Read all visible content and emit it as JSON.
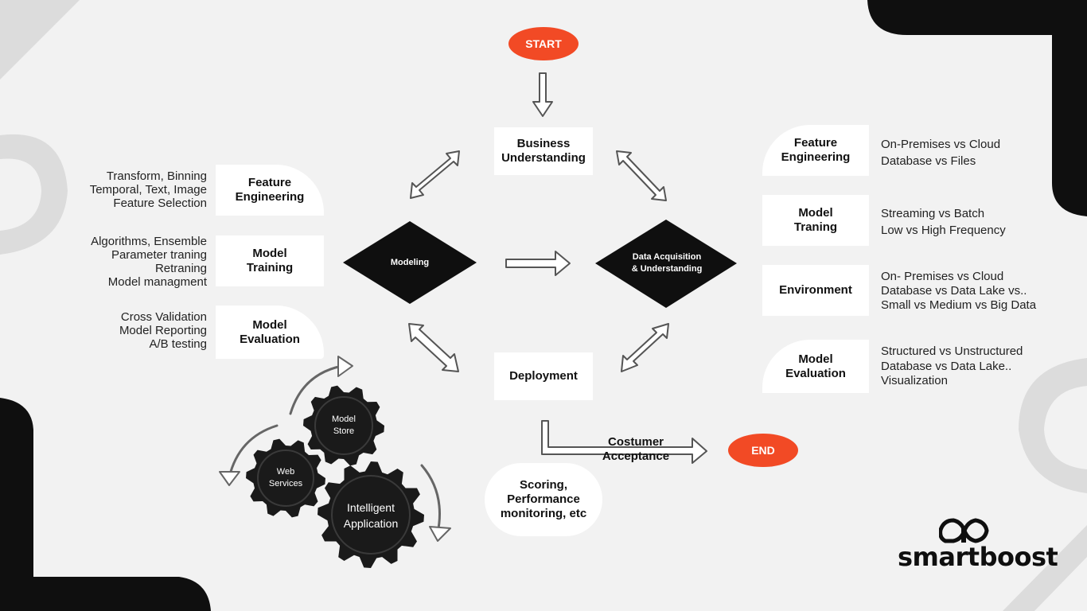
{
  "start": "START",
  "end": "END",
  "center": {
    "business": "Business\nUnderstanding",
    "modeling": "Modeling",
    "acquisition": "Data Acquisition\n& Understanding",
    "deployment": "Deployment",
    "customer_acceptance": "Costumer\nAcceptance",
    "scoring": "Scoring,\nPerformance\nmonitoring, etc"
  },
  "left": [
    {
      "label": "Feature\nEngineering",
      "notes": "Transform, Binning\nTemporal, Text, Image\nFeature Selection"
    },
    {
      "label": "Model\nTraining",
      "notes": "Algorithms, Ensemble\nParameter traning\nRetraning\nModel managment"
    },
    {
      "label": "Model\nEvaluation",
      "notes": "Cross Validation\nModel Reporting\nA/B testing"
    }
  ],
  "right": [
    {
      "label": "Feature\nEngineering",
      "notes": "On-Premises vs Cloud\nDatabase vs Files"
    },
    {
      "label": "Model\nTraning",
      "notes": "Streaming vs Batch\nLow vs High Frequency"
    },
    {
      "label": "Environment",
      "notes": "On- Premises vs Cloud\nDatabase vs Data Lake vs..\nSmall vs Medium vs Big Data"
    },
    {
      "label": "Model\nEvaluation",
      "notes": "Structured vs Unstructured\nDatabase vs Data Lake..\nVisualization"
    }
  ],
  "gears": {
    "model_store": "Model\nStore",
    "web_services": "Web\nServices",
    "intelligent_app": "Intelligent\nApplication"
  },
  "brand": "smartboost",
  "colors": {
    "accent": "#f24a25",
    "dark": "#1a1a1a",
    "background": "#f2f2f2",
    "decor": "#dcdcdc"
  }
}
